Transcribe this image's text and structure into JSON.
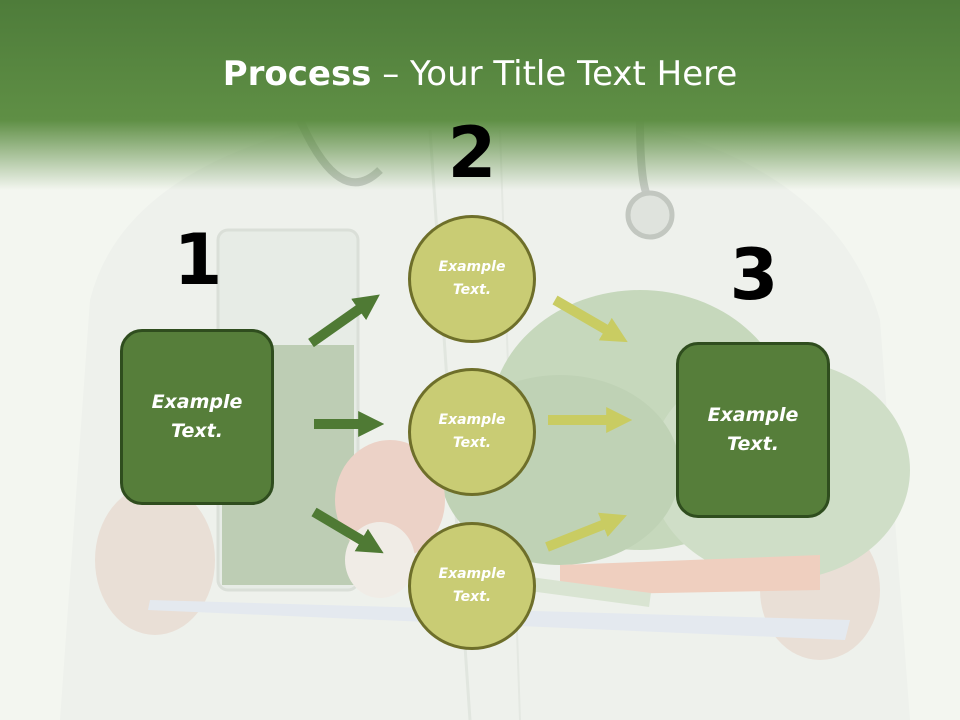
{
  "title": {
    "bold": "Process",
    "rest": " – Your Title Text Here"
  },
  "steps": {
    "n1": "1",
    "n2": "2",
    "n3": "3"
  },
  "box_left": {
    "line1": "Example",
    "line2": "Text."
  },
  "box_right": {
    "line1": "Example",
    "line2": "Text."
  },
  "circles": [
    {
      "line1": "Example",
      "line2": "Text."
    },
    {
      "line1": "Example",
      "line2": "Text."
    },
    {
      "line1": "Example",
      "line2": "Text."
    }
  ],
  "colors": {
    "header": "#5f8f45",
    "box_fill": "#567e3a",
    "circle_fill": "#c9cc74",
    "arrow_dark": "#4f7a34",
    "arrow_light": "#c9cc62"
  }
}
